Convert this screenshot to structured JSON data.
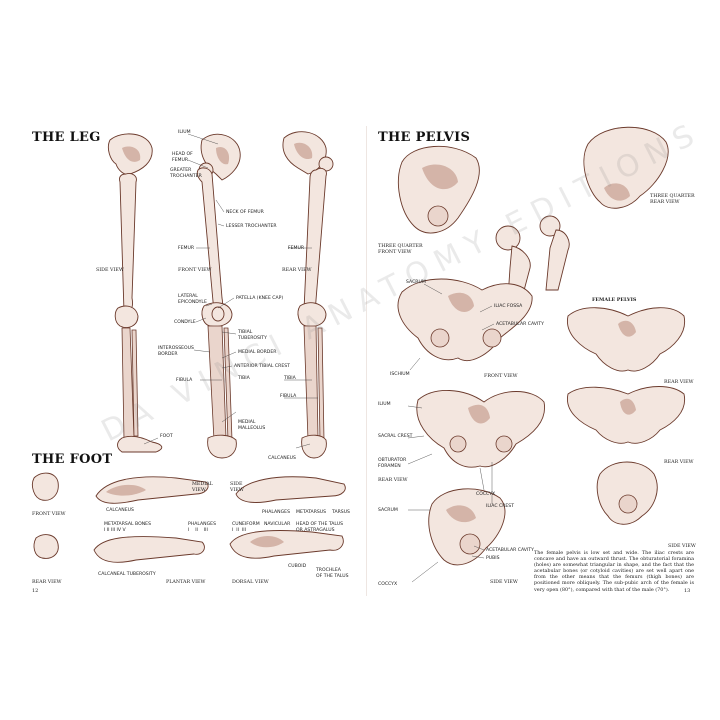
{
  "left": {
    "leg_title": "THE LEG",
    "foot_title": "THE FOOT",
    "page_number": "12",
    "leg_labels": {
      "ilium": "ILIUM",
      "head_of_femur": "HEAD OF\nFEMUR",
      "greater_trochanter": "GREATER\nTROCHANTER",
      "neck_of_femur": "NECK OF FEMUR",
      "lesser_trochanter": "LESSER TROCHANTER",
      "femur_front": "FEMUR",
      "femur_rear": "FEMUR",
      "lateral_epicondyle": "LATERAL\nEPICONDYLE",
      "patella": "PATELLA (KNEE CAP)",
      "condyle": "CONDYLE",
      "tibial_tuberosity": "TIBIAL\nTUBEROSITY",
      "interosseous_border": "INTEROSSEOUS\nBORDER",
      "medial_border": "MEDIAL BORDER",
      "anterior_tibial_crest": "ANTERIOR TIBIAL CREST",
      "fibula_front": "FIBULA",
      "tibia_front": "TIBIA",
      "tibia_rear": "TIBIA",
      "fibula_rear": "FIBULA",
      "medial_malleolus": "MEDIAL\nMALLEOLUS",
      "foot": "FOOT",
      "calcaneus_leg": "CALCANEUS"
    },
    "leg_captions": {
      "side_view": "SIDE VIEW",
      "front_view": "FRONT VIEW",
      "rear_view": "REAR VIEW"
    },
    "foot_labels": {
      "calcaneus": "CALCANEUS",
      "metatarsal_bones": "METATARSAL BONES\nI II III IV V",
      "phalanges_a": "PHALANGES\nI    II    III",
      "calcaneal_tuberosity": "CALCANEAL TUBEROSITY",
      "phalanges_b": "PHALANGES",
      "metatarsus": "METATARSUS",
      "tarsus": "TARSUS",
      "cuneiform": "CUNEIFORM\nI  II  III",
      "navicular": "NAVICULAR",
      "head_of_talus": "HEAD OF THE TALUS\nOR ASTRAGALUS",
      "cuboid": "CUBOID",
      "trochlea": "TROCHLEA\nOF THE TALUS"
    },
    "foot_captions": {
      "front_view": "FRONT VIEW",
      "rear_view": "REAR VIEW",
      "medial_view": "MEDIAL\nVIEW",
      "side_view": "SIDE\nVIEW",
      "plantar_view": "PLANTAR VIEW",
      "dorsal_view": "DORSAL VIEW"
    }
  },
  "right": {
    "title": "THE PELVIS",
    "page_number": "13",
    "captions": {
      "three_quarter_front": "THREE QUARTER\nFRONT VIEW",
      "three_quarter_rear": "THREE QUARTER\nREAR VIEW",
      "front_view": "FRONT VIEW",
      "rear_view_left": "REAR VIEW",
      "side_view_left": "SIDE VIEW",
      "female_pelvis": "FEMALE PELVIS",
      "rear_view_right": "REAR VIEW",
      "rear_view_right2": "REAR VIEW",
      "side_view_right": "SIDE VIEW"
    },
    "labels": {
      "sacrum_top": "SACRUM",
      "iliac_fossa": "ILIAC FOSSA",
      "acetabular_cavity_front": "ACETABULAR CAVITY",
      "ischium": "ISCHIUM",
      "ilium": "ILIUM",
      "sacral_crest": "SACRAL CREST",
      "obturator_foramen": "OBTURATOR\nFORAMEN",
      "coccyx_rear": "COCCYX",
      "iliac_crest": "ILIAC CREST",
      "sacrum_side": "SACRUM",
      "acetabular_cavity_side": "ACETABULAR CAVITY",
      "pubis": "PUBIS",
      "coccyx_side": "COCCYX"
    },
    "body_text": "The female pelvis is low set and wide. The iliac crests are concave and have an outward thrust. The obturatorial foramina (holes) are somewhat triangular in shape, and the fact that the acetabular bones (or cotyloid cavities) are set well apart one from the other means that the femurs (thigh bones) are positioned more obliquely. The sub-pubic arch of the female is very open (80°), compared with that of the male (70°)."
  },
  "watermark": "DA VINCI ANATOMY EDITIONS"
}
